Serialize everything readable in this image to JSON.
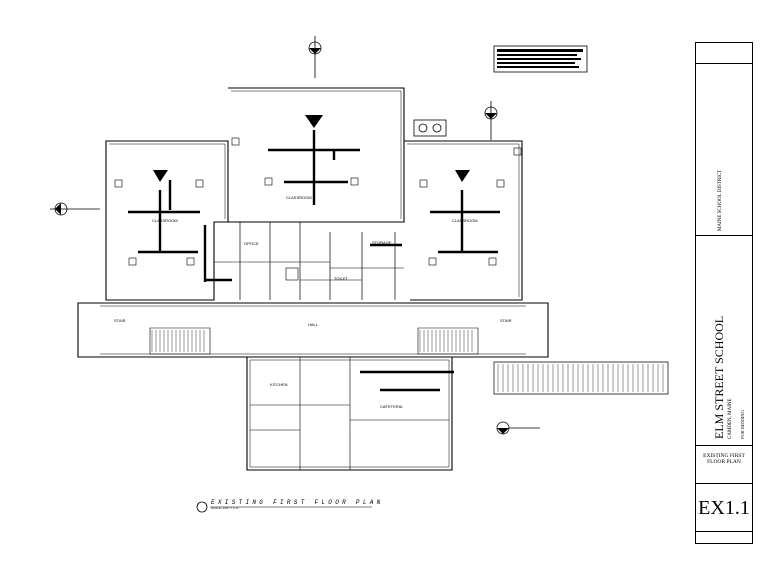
{
  "drawing": {
    "caption": "EXISTING FIRST FLOOR PLAN",
    "scale_note": "SCALE: 1/16\" = 1'-0\"",
    "room_labels": {
      "classroom_left": "CLASSROOM",
      "classroom_center": "CLASSROOM",
      "classroom_right": "CLASSROOM",
      "hall": "HALL",
      "stair_left": "STAIR",
      "stair_right": "STAIR",
      "office": "OFFICE",
      "storage": "STORAGE",
      "toilet": "TOILET",
      "kitchen": "KITCHEN",
      "cafeteria": "CAFETERIA"
    }
  },
  "title_block": {
    "project_name": "ELM STREET SCHOOL",
    "project_location": "CAMDEN, MAINE",
    "issue_note": "FOR BIDDING",
    "client": "MAINE SCHOOL DISTRICT",
    "drawing_title": "EXISTING FIRST FLOOR PLAN",
    "sheet_number": "EX1.1"
  },
  "colors": {
    "line": "#000000",
    "background": "#ffffff"
  }
}
